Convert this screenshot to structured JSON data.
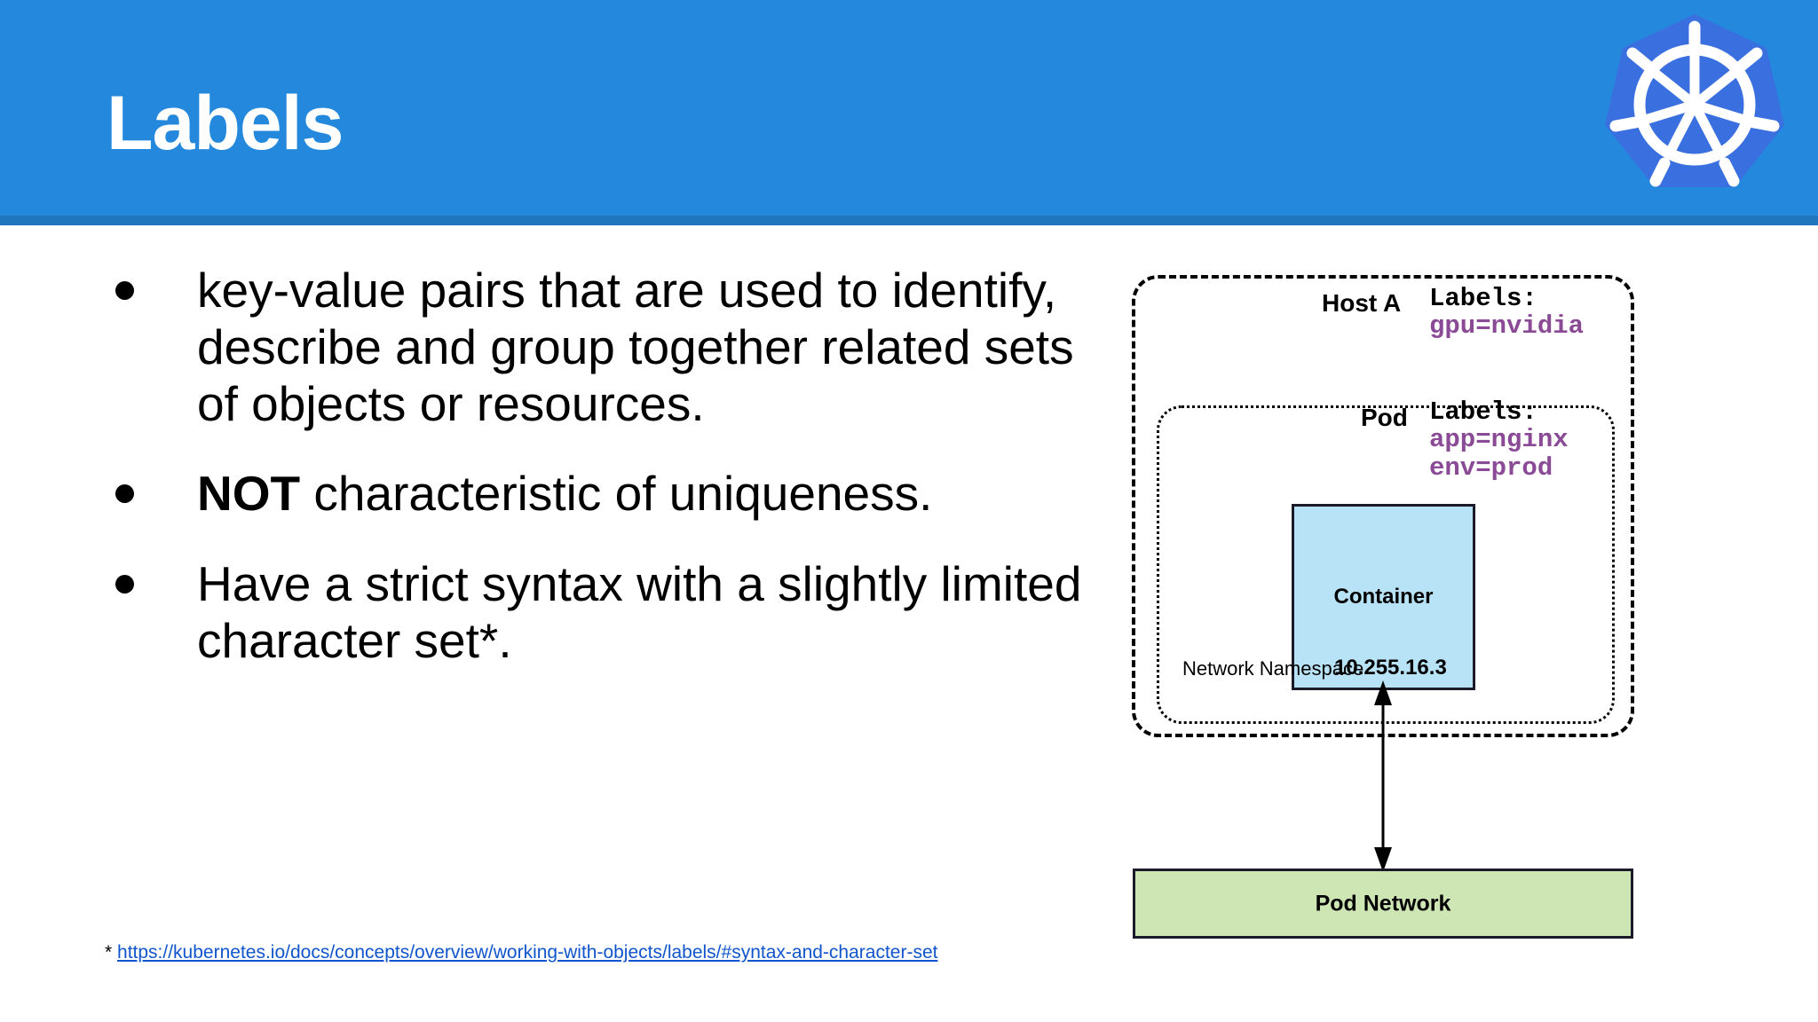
{
  "header": {
    "title": "Labels",
    "bg_color": "#2489DC",
    "rule_color": "#2175BC",
    "title_color": "#FFFFFF",
    "logo_name": "kubernetes-logo",
    "logo_heptagon_color": "#3A6FE0",
    "logo_helm_color": "#FFFFFF"
  },
  "content": {
    "bullets": [
      {
        "id": "bullet-key-value",
        "text": "key-value pairs that are used to identify, describe and group together related sets of objects or resources.",
        "bold_prefix": ""
      },
      {
        "id": "bullet-not-unique",
        "text": " characteristic of uniqueness.",
        "bold_prefix": "NOT"
      },
      {
        "id": "bullet-syntax",
        "text": "Have a strict syntax with a slightly limited character set*.",
        "bold_prefix": ""
      }
    ]
  },
  "footnote": {
    "marker": "*",
    "url_text": "https://kubernetes.io/docs/concepts/overview/working-with-objects/labels/#syntax-and-character-set",
    "link_color": "#1155CC"
  },
  "diagram": {
    "host": {
      "name": "Host A",
      "labels_title": "Labels:",
      "labels_values": "gpu=nvidia",
      "border_style": "dashed"
    },
    "pod": {
      "name": "Pod",
      "labels_title": "Labels:",
      "labels_values": "app=nginx\nenv=prod",
      "border_style": "dotted"
    },
    "container": {
      "name": "Container",
      "fill_color": "#B8E2F5",
      "border_color": "#1A1A28"
    },
    "network_namespace": {
      "label": "Network Namespace",
      "ip": "10.255.16.3"
    },
    "pod_network": {
      "label": "Pod Network",
      "fill_color": "#CDE6B4",
      "border_color": "#1A1A28"
    },
    "connector": {
      "name": "bidirectional-arrow",
      "direction": "vertical-double-headed"
    },
    "label_value_color": "#8B4A96"
  }
}
